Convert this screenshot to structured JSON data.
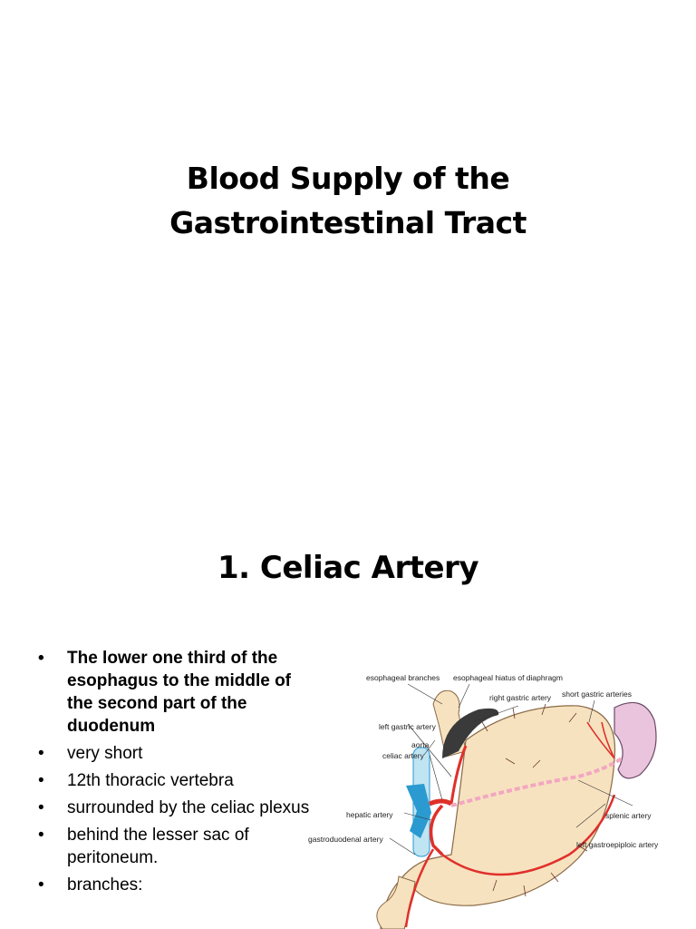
{
  "slide1": {
    "title_line1": "Blood Supply of the",
    "title_line2": "Gastrointestinal Tract"
  },
  "slide2": {
    "title": "1. Celiac Artery",
    "bullets": [
      "The lower one third of the esophagus to the middle of the second part of the duodenum",
      "very short",
      "12th thoracic vertebra",
      "surrounded by the celiac plexus",
      " behind the lesser sac of peritoneum.",
      "branches:"
    ],
    "diagram_labels": {
      "esophageal_branches": "esophageal branches",
      "esophageal_hiatus": "esophageal hiatus of diaphragm",
      "right_gastric": "right gastric artery",
      "short_gastric": "short gastric arteries",
      "left_gastric": "left gastric artery",
      "aorta": "aorta",
      "celiac": "celiac artery",
      "hepatic": "hepatic artery",
      "splenic": "splenic artery",
      "gastroduodenal": "gastroduodenal artery",
      "left_gastroepiploic": "left gastroepiploic artery"
    }
  },
  "colors": {
    "artery": "#e0302a",
    "stomach_fill": "#f7e2c0",
    "stomach_stroke": "#8a6a45",
    "spleen_fill": "#e9c4dc",
    "vein": "#2a9ad0",
    "splenic_pink": "#f2a7c0"
  }
}
